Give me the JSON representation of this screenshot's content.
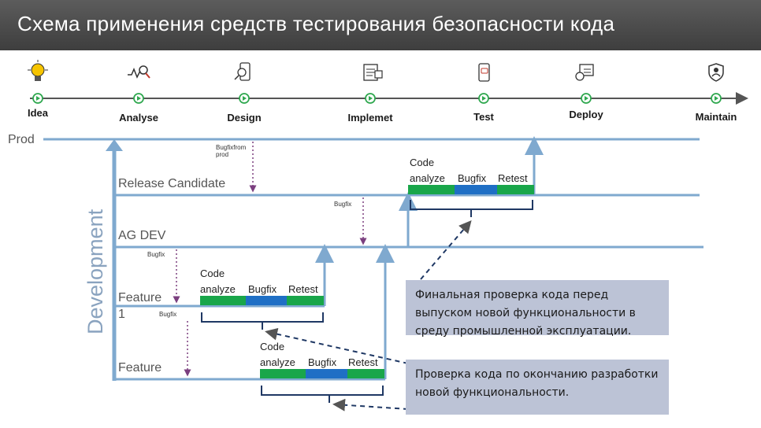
{
  "title": "Схема применения средств тестирования безопасности кода",
  "phases": [
    {
      "label": "Idea",
      "icon": "lightbulb-icon"
    },
    {
      "label": "Analyse",
      "icon": "analytics-icon"
    },
    {
      "label": "Design",
      "icon": "mobile-design-icon"
    },
    {
      "label": "Implemet",
      "icon": "code-screen-icon"
    },
    {
      "label": "Test",
      "icon": "mobile-chat-icon"
    },
    {
      "label": "Deploy",
      "icon": "money-deploy-icon"
    },
    {
      "label": "Maintain",
      "icon": "shield-user-icon"
    }
  ],
  "environments": {
    "prod": "Prod",
    "release_candidate": "Release Candidate",
    "ag_dev": "AG DEV",
    "feature1_line1": "Feature",
    "feature1_line2": "1",
    "feature2": "Feature"
  },
  "vertical_label": "Development",
  "bugfix_notes": {
    "from_prod_line1": "Bugfixfrom",
    "from_prod_line2": "prod",
    "rc": "Bugfix",
    "feature1": "Bugfix",
    "feature2": "Bugfix"
  },
  "stages": {
    "code_line1": "Code",
    "code_line2": "analyze",
    "bugfix": "Bugfix",
    "retest": "Retest"
  },
  "callouts": {
    "final_check": "Финальная проверка кода перед выпуском новой функциональности в среду промышленной эксплуатации.",
    "dev_check": "Проверка кода по окончанию разработки новой функциональности."
  },
  "colors": {
    "line": "#7fa9cf",
    "stage_green": "#19a64a",
    "stage_blue": "#1f6fc5",
    "callout_bg": "#bcc3d6",
    "dashed_arrow": "#1f3864",
    "bugfix_arrow": "#7b3f7f",
    "phase_dot": "#2fa84f"
  }
}
